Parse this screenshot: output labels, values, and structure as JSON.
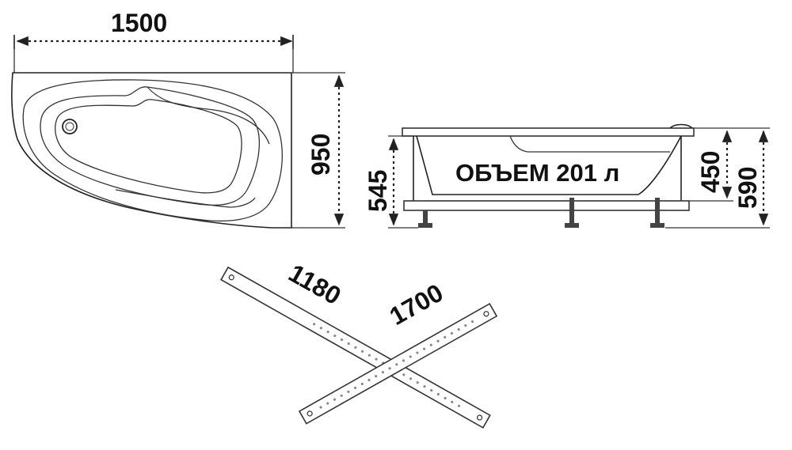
{
  "dimensions": {
    "top_length": "1500",
    "top_width": "950",
    "side_apron_height": "545",
    "side_inner_height": "450",
    "side_total_height": "590",
    "frame_bar_short": "1180",
    "frame_bar_long": "1700"
  },
  "volume_label": "ОБЪЕМ 201 л"
}
